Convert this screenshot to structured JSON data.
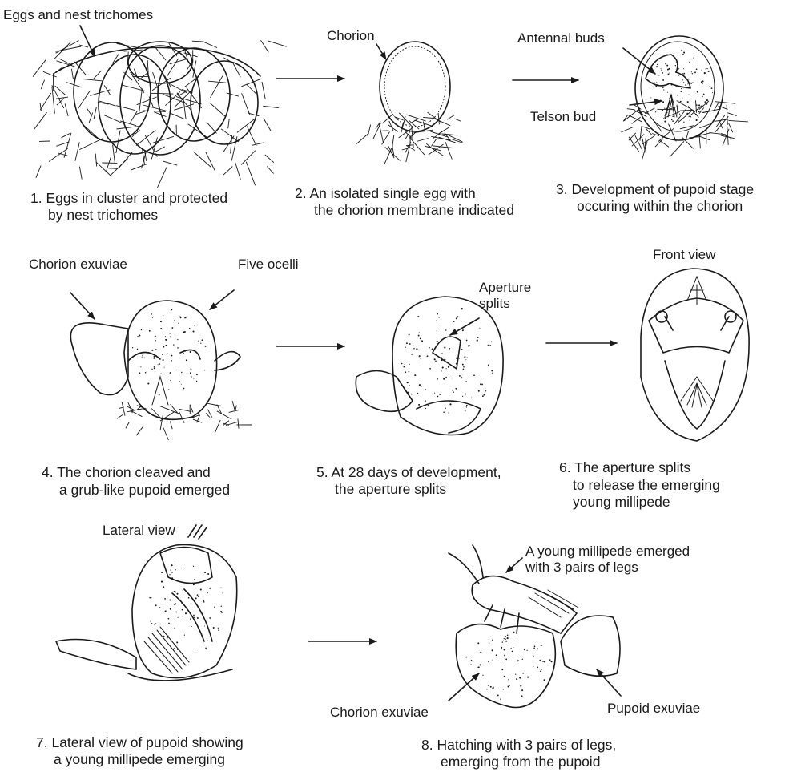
{
  "stages": [
    {
      "id": 1,
      "caption_lines": [
        "1. Eggs in cluster and protected",
        "by nest trichomes"
      ],
      "labels": [
        "Eggs and nest trichomes"
      ]
    },
    {
      "id": 2,
      "caption_lines": [
        "2. An isolated single egg with",
        "the chorion membrane indicated"
      ],
      "labels": [
        "Chorion"
      ]
    },
    {
      "id": 3,
      "caption_lines": [
        "3. Development of pupoid stage",
        "occuring within the chorion"
      ],
      "labels": [
        "Antennal buds",
        "Telson bud"
      ]
    },
    {
      "id": 4,
      "caption_lines": [
        "4. The chorion cleaved and",
        "a grub-like pupoid emerged"
      ],
      "labels": [
        "Chorion exuviae",
        "Five ocelli"
      ]
    },
    {
      "id": 5,
      "caption_lines": [
        "5. At 28 days of development,",
        "the aperture splits"
      ],
      "labels": [
        "Aperture",
        "splits"
      ]
    },
    {
      "id": 6,
      "caption_lines": [
        "6. The aperture splits",
        "to release the emerging",
        "young millipede"
      ],
      "labels": [
        "Front view"
      ]
    },
    {
      "id": 7,
      "caption_lines": [
        "7. Lateral view of pupoid showing",
        "a young millipede emerging"
      ],
      "labels": [
        "Lateral view"
      ]
    },
    {
      "id": 8,
      "caption_lines": [
        "8. Hatching with 3 pairs of legs,",
        "emerging from the pupoid"
      ],
      "labels": [
        "A young millipede emerged",
        "with 3 pairs of legs",
        "Chorion exuviae",
        "Pupoid exuviae"
      ]
    }
  ]
}
